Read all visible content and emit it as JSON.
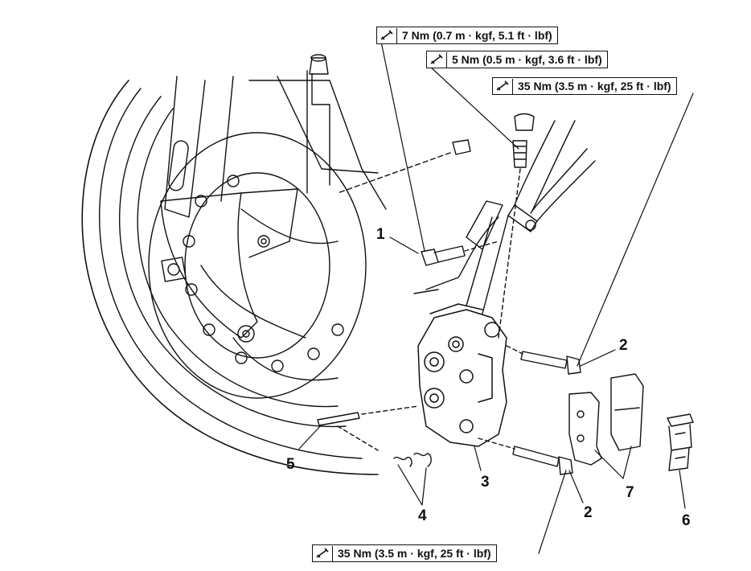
{
  "torque_specs": [
    {
      "id": "t1",
      "icon": "torque-wrench-icon",
      "value": "7 Nm (0.7 m · kgf, 5.1 ft · lbf)"
    },
    {
      "id": "t2",
      "icon": "torque-wrench-icon",
      "value": "5 Nm (0.5 m · kgf, 3.6 ft · lbf)"
    },
    {
      "id": "t3",
      "icon": "torque-wrench-icon",
      "value": "35 Nm (3.5 m · kgf, 25 ft · lbf)"
    },
    {
      "id": "t4",
      "icon": "torque-wrench-icon",
      "value": "35 Nm (3.5 m · kgf, 25 ft · lbf)"
    }
  ],
  "callouts": {
    "c1": "1",
    "c2a": "2",
    "c2b": "2",
    "c3": "3",
    "c4": "4",
    "c5": "5",
    "c6": "6",
    "c7": "7"
  },
  "colors": {
    "line": "#111111",
    "background": "#ffffff"
  }
}
